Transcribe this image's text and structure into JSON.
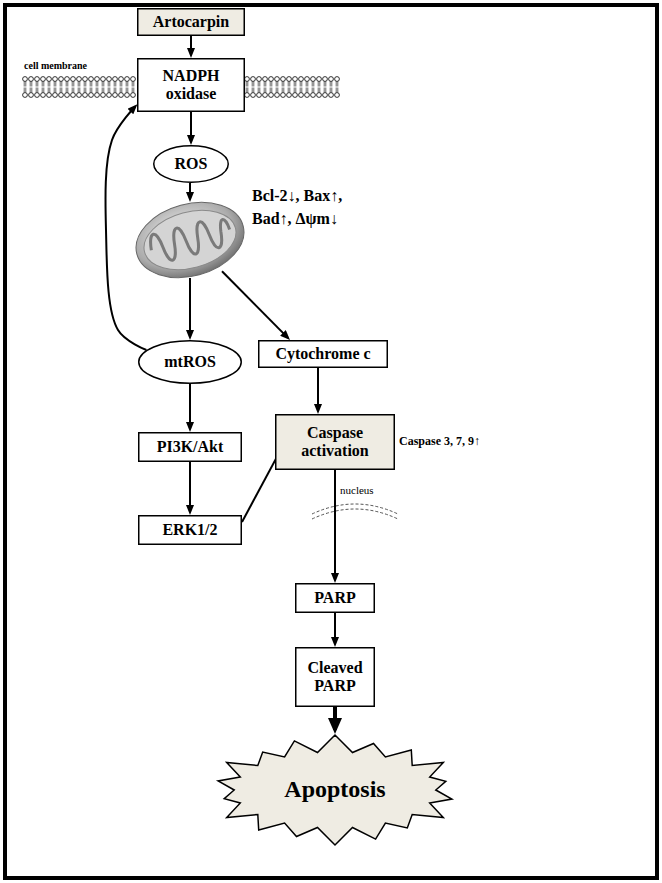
{
  "diagram": {
    "nodes": [
      {
        "text": [
          "Artocarpin"
        ]
      },
      {
        "text": [
          "NADPH oxidase"
        ]
      },
      {
        "text": [
          "ROS"
        ]
      },
      {
        "text": [
          "Bcl-2↓, Bax↑, Bad↑, Δψm↓"
        ]
      },
      {
        "text": [
          "mtROS"
        ]
      },
      {
        "text": [
          "Cytochrome c"
        ]
      },
      {
        "text": [
          "PI3K/Akt"
        ]
      },
      {
        "text": [
          "Caspase activation"
        ]
      },
      {
        "text": [
          "ERK1/2"
        ]
      },
      {
        "text": [
          "PARP"
        ]
      },
      {
        "text": [
          "Cleaved PARP"
        ]
      },
      {
        "text": [
          "Apoptosis"
        ]
      }
    ],
    "edges": [
      {
        "from": 0,
        "to": 1,
        "arrow": "to"
      },
      {
        "from": 1,
        "to": 2,
        "arrow": "to"
      },
      {
        "from": 2,
        "to": 3,
        "arrow": "to"
      },
      {
        "from": 3,
        "to": 4,
        "arrow": "to"
      },
      {
        "from": 3,
        "to": 5,
        "arrow": "to"
      },
      {
        "from": 4,
        "to": 1,
        "arrow": "to"
      },
      {
        "from": 4,
        "to": 6,
        "arrow": "to"
      },
      {
        "from": 5,
        "to": 7,
        "arrow": "to"
      },
      {
        "from": 6,
        "to": 8,
        "arrow": "to"
      },
      {
        "from": 8,
        "to": 7,
        "arrow": "to"
      },
      {
        "from": 7,
        "to": 9,
        "arrow": "to"
      },
      {
        "from": 9,
        "to": 10,
        "arrow": "to"
      },
      {
        "from": 10,
        "to": 11,
        "arrow": "to"
      }
    ],
    "labels": [
      "cell membrane",
      "Caspase 3, 7, 9↑",
      "nucleus"
    ]
  }
}
